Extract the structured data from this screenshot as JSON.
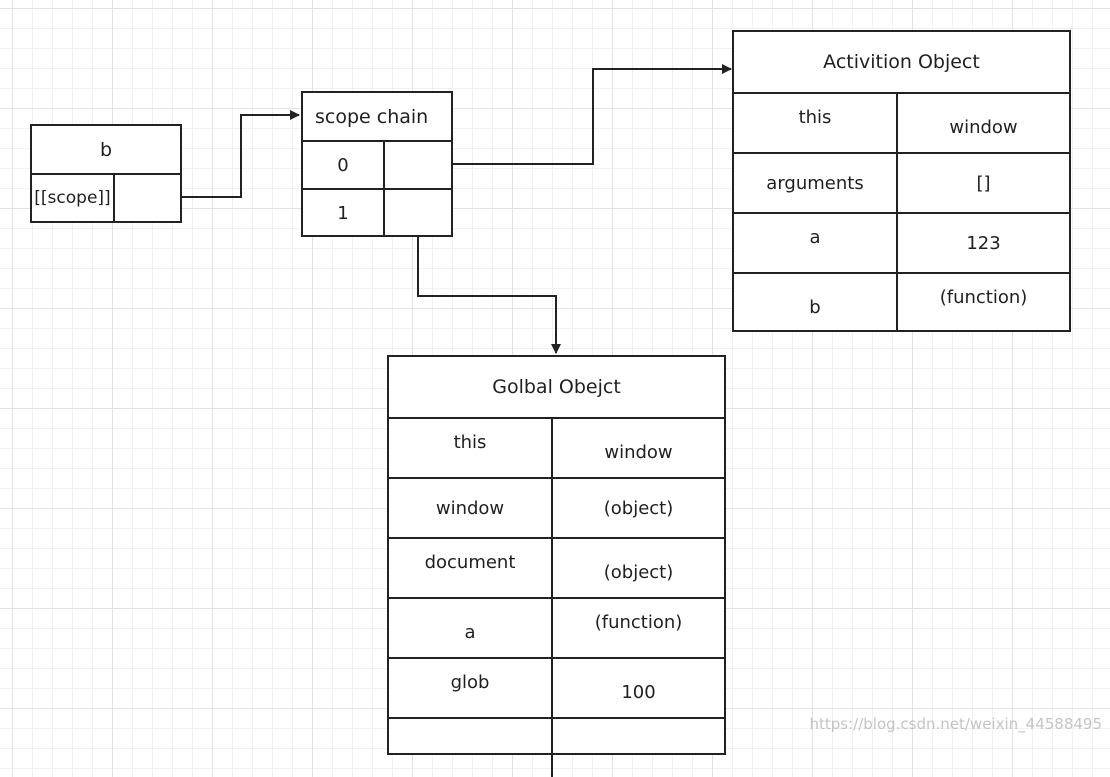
{
  "box_b": {
    "title": "b",
    "scope_label": "[[scope]]",
    "scope_value": ""
  },
  "scope_chain": {
    "title": "scope chain",
    "rows": [
      {
        "index": "0",
        "value": ""
      },
      {
        "index": "1",
        "value": ""
      }
    ]
  },
  "activation_object": {
    "title": "Activition Object",
    "rows": [
      {
        "key": "this",
        "value": "window"
      },
      {
        "key": "arguments",
        "value": "[]"
      },
      {
        "key": "a",
        "value": "123"
      },
      {
        "key": "b",
        "value": "(function)"
      }
    ]
  },
  "global_object": {
    "title": "Golbal Obejct",
    "rows": [
      {
        "key": "this",
        "value": "window"
      },
      {
        "key": "window",
        "value": "(object)"
      },
      {
        "key": "document",
        "value": "(object)"
      },
      {
        "key": "a",
        "value": "(function)"
      },
      {
        "key": "glob",
        "value": "100"
      },
      {
        "key": "",
        "value": ""
      }
    ]
  },
  "watermark": "https://blog.csdn.net/weixin_44588495",
  "colors": {
    "stroke": "#222222",
    "grid_major": "#e2e2e2",
    "grid_minor": "#f1f1f1",
    "box_fill": "#ffffff"
  }
}
